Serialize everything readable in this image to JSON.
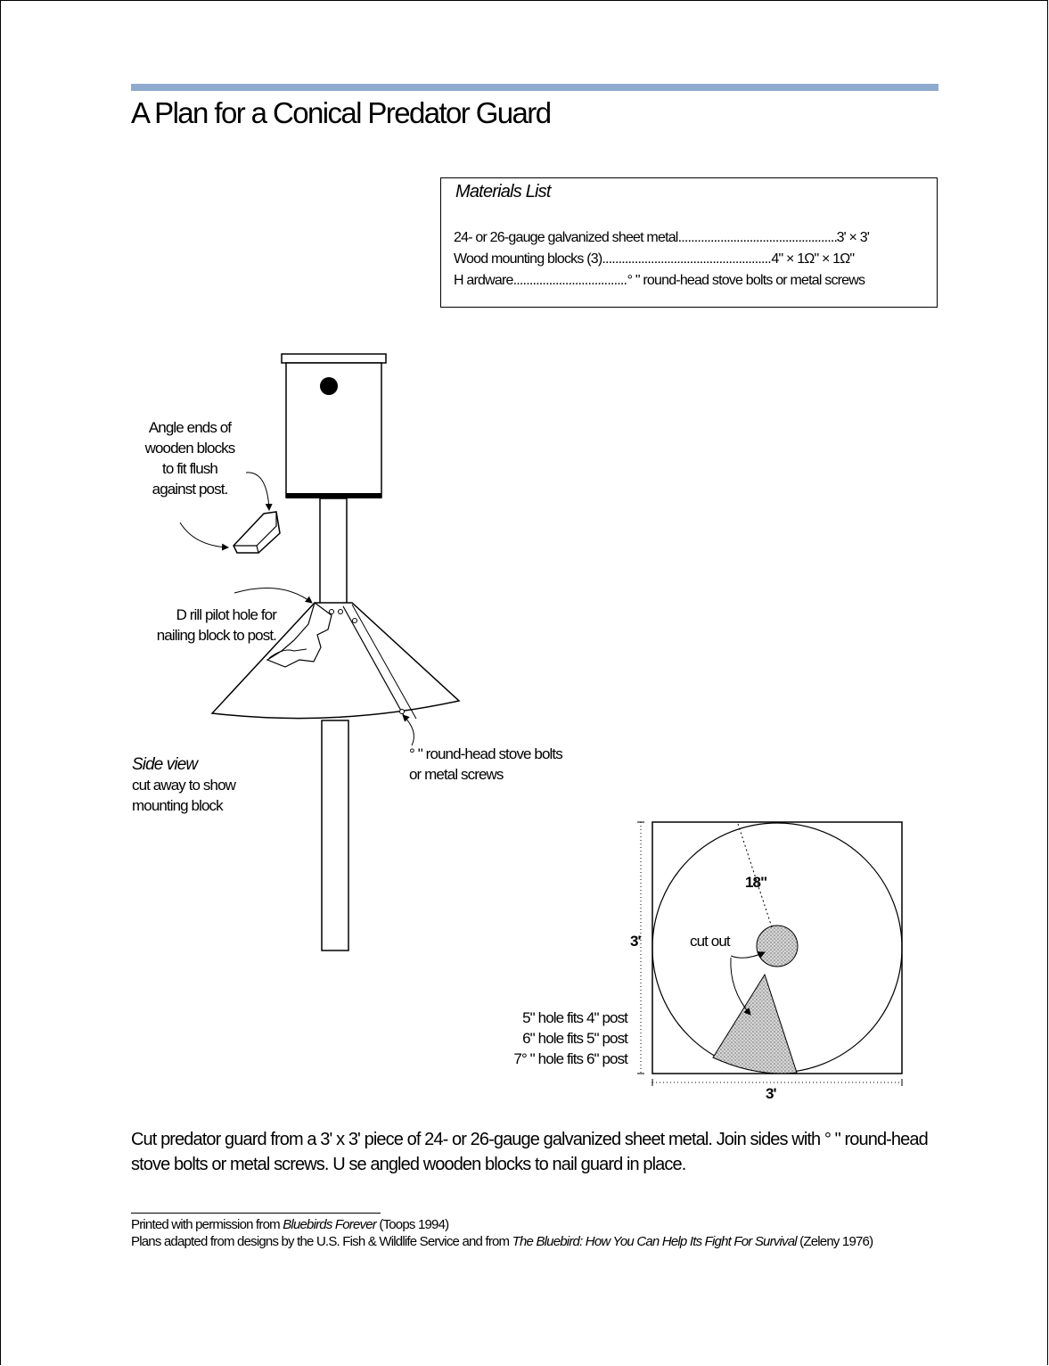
{
  "title": "A Plan for a Conical Predator Guard",
  "materials": {
    "heading": "Materials List",
    "items": [
      {
        "name": "24- or 26-gauge galvanized sheet metal",
        "spec": "3' × 3'"
      },
      {
        "name": "Wood mounting blocks (3)",
        "spec": "4\" × 1Ω\" × 1Ω\""
      },
      {
        "name": "H ardware",
        "spec": "° \" round-head stove bolts or metal screws"
      }
    ]
  },
  "labels": {
    "angle_ends": [
      "Angle ends of",
      "wooden blocks",
      "to fit flush",
      "against post."
    ],
    "drill": [
      "D rill pilot hole for",
      "nailing block to post."
    ],
    "side_view_title": "Side view",
    "side_view_sub": [
      "cut away to show",
      "mounting block"
    ],
    "bolts": [
      "° \" round-head stove bolts",
      "or metal screws"
    ],
    "radius": "18\"",
    "cut_out": "cut out",
    "dim_vertical": "3'",
    "dim_horizontal": "3'",
    "hole_sizes": [
      "5\" hole fits 4\" post",
      "6\" hole fits 5\" post",
      "7° \" hole fits 6\" post"
    ]
  },
  "caption": "Cut predator guard from a 3' x 3' piece of 24- or 26-gauge galvanized sheet metal. Join sides with ° \" round-head stove bolts or metal screws. U se angled wooden blocks to nail guard in place.",
  "credits": {
    "line1_prefix": "Printed with permission from ",
    "line1_title": "Bluebirds Forever",
    "line1_suffix": " (Toops 1994)",
    "line2_prefix": "Plans adapted from designs by the U.S. Fish & Wildlife Service and from ",
    "line2_title": "The Bluebird: How You Can Help Its Fight For Survival",
    "line2_suffix": " (Zeleny 1976)"
  },
  "colors": {
    "accent_bar": "#8eaacf",
    "shading": "#bdbdbd"
  }
}
